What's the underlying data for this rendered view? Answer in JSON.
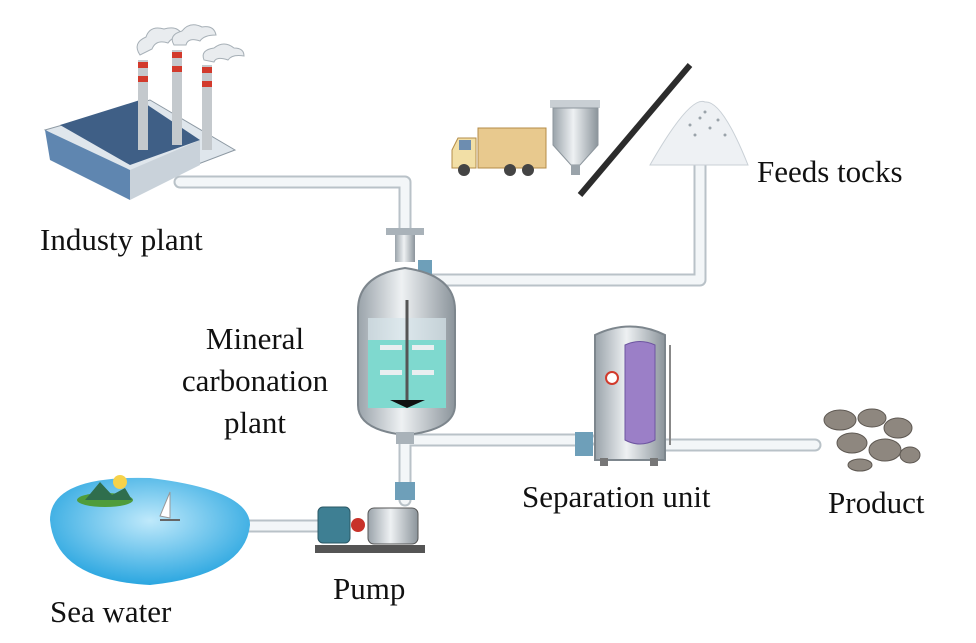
{
  "labels": {
    "industry_plant": "Industy plant",
    "feedstocks": "Feeds tocks",
    "mineral_carbonation_plant": [
      "Mineral",
      "carbonation",
      "plant"
    ],
    "separation_unit": "Separation unit",
    "product": "Product",
    "sea_water": "Sea water",
    "pump": "Pump"
  },
  "colors": {
    "pipe": "#eef1f3",
    "pipe_edge": "#b9c2c8",
    "reactor_liquid": "#7fd9cf",
    "separator_fluid": "#9b7fc7",
    "sea": "#3fb3e6",
    "factory_roof": "#3f5f86"
  }
}
